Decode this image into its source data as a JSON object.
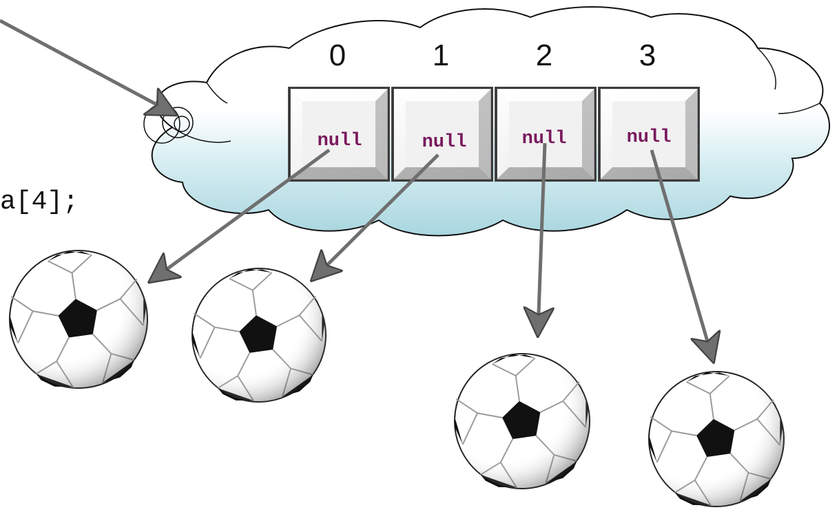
{
  "diagram": {
    "code_fragment": "a[4];",
    "cells": [
      {
        "index": "0",
        "value": "null"
      },
      {
        "index": "1",
        "value": "null"
      },
      {
        "index": "2",
        "value": "null"
      },
      {
        "index": "3",
        "value": "null"
      }
    ],
    "colors": {
      "cloud_fill_top": "#ffffff",
      "cloud_fill_bottom": "#a9d6df",
      "cloud_stroke": "#111111",
      "cell_face": "#f2f2f2",
      "cell_border": "#333333",
      "null_text": "#7a1a5e",
      "arrow": "#6f6f6f",
      "ball_white": "#ffffff",
      "ball_black": "#111111"
    },
    "objects": [
      {
        "name": "soccer-ball-0",
        "icon": "soccer-ball-icon"
      },
      {
        "name": "soccer-ball-1",
        "icon": "soccer-ball-icon"
      },
      {
        "name": "soccer-ball-2",
        "icon": "soccer-ball-icon"
      },
      {
        "name": "soccer-ball-3",
        "icon": "soccer-ball-icon"
      }
    ]
  }
}
